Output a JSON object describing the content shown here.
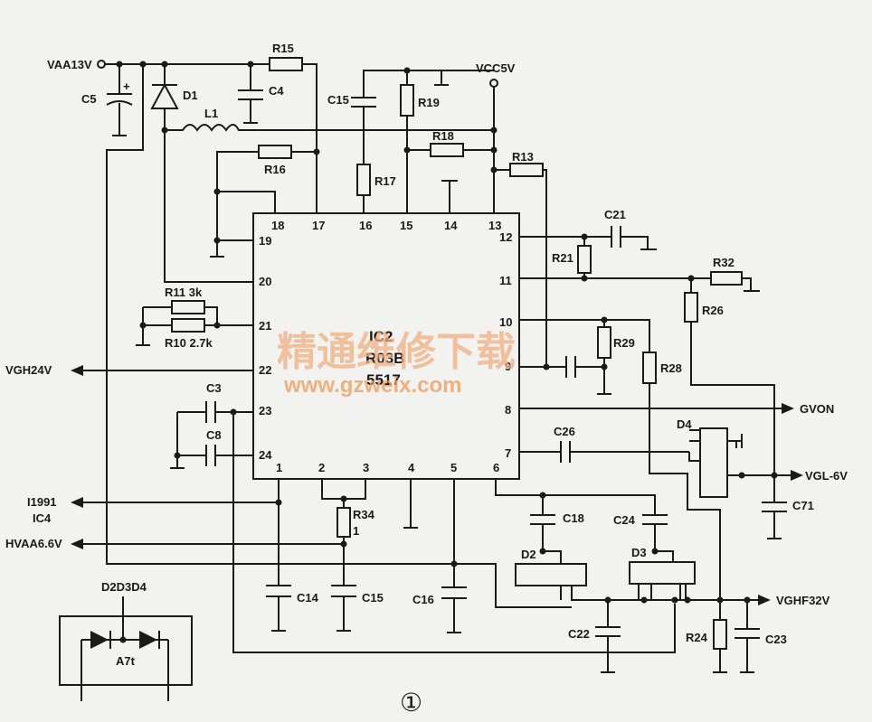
{
  "nets": {
    "vaa": "VAA13V",
    "vcc": "VCC5V",
    "vgh": "VGH24V",
    "gvon": "GVON",
    "vgl": "VGL-6V",
    "i1991": "I1991",
    "ic4": "IC4",
    "hvaa": "HVAA6.6V",
    "vghf": "VGHF32V"
  },
  "chip": {
    "line1": "IC2",
    "line2": "R03B",
    "line3": "5517",
    "pins_top": [
      "18",
      "17",
      "16",
      "15",
      "14",
      "13"
    ],
    "pins_left": [
      "19",
      "20",
      "21",
      "22",
      "23",
      "24"
    ],
    "pins_right": [
      "12",
      "11",
      "10",
      "9",
      "8",
      "7"
    ],
    "pins_bottom": [
      "1",
      "2",
      "3",
      "4",
      "5",
      "6"
    ]
  },
  "components": {
    "c5": "C5",
    "d1": "D1",
    "c4": "C4",
    "l1": "L1",
    "r15": "R15",
    "c15_top": "C15",
    "r19": "R19",
    "r17": "R17",
    "r18": "R18",
    "r13": "R13",
    "r16": "R16",
    "r11": "R11  3k",
    "r10": "R10  2.7k",
    "c3": "C3",
    "c8": "C8",
    "c21": "C21",
    "r21": "R21",
    "r32": "R32",
    "r26": "R26",
    "r29": "R29",
    "r28": "R28",
    "c26": "C26",
    "d4": "D4",
    "c71": "C71",
    "r34": "R34",
    "r34_pin": "1",
    "c14": "C14",
    "c15": "C15",
    "c16": "C16",
    "c18": "C18",
    "c24": "C24",
    "d2": "D2",
    "d3": "D3",
    "c22": "C22",
    "r24": "R24",
    "c23": "C23"
  },
  "inset": {
    "title": "D2D3D4",
    "part": "A7t"
  },
  "watermark": {
    "cn": "精通维修下载",
    "url": "www.gzweix.com"
  },
  "figure_number": "①"
}
